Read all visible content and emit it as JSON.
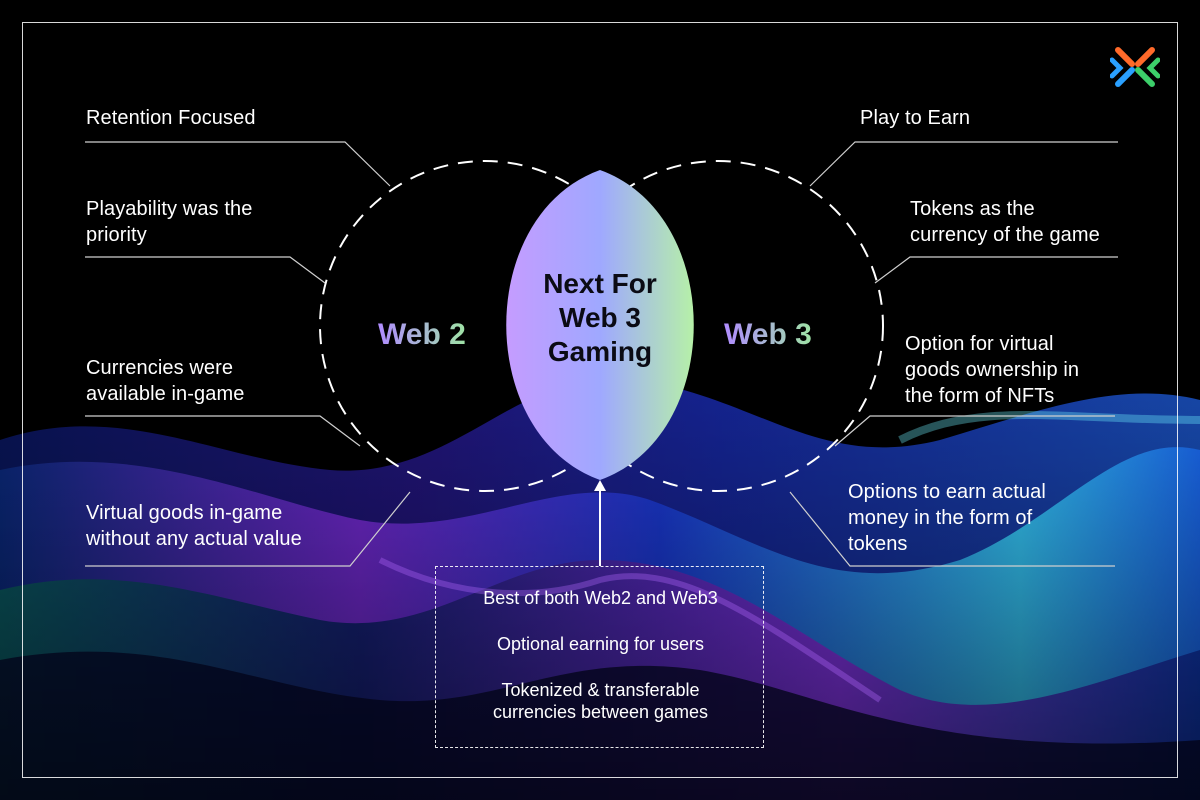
{
  "colors": {
    "background": "#000000",
    "accent_purple": "#b08cff",
    "accent_green": "#9fe3a5",
    "wave_blue": "#1a3bd8",
    "wave_cyan": "#38d8ff",
    "wave_violet": "#8a2be2"
  },
  "center": {
    "title_lines": [
      "Next For",
      "Web 3",
      "Gaming"
    ]
  },
  "web2": {
    "label": "Web 2",
    "points": [
      [
        "Retention Focused"
      ],
      [
        "Playability was the",
        "priority"
      ],
      [
        "Currencies were",
        "available in-game"
      ],
      [
        "Virtual goods in-game",
        "without any actual value"
      ]
    ]
  },
  "web3": {
    "label": "Web 3",
    "points": [
      [
        "Play to Earn"
      ],
      [
        "Tokens as the",
        "currency of the game"
      ],
      [
        "Option for virtual",
        "goods ownership in",
        "the form of NFTs"
      ],
      [
        "Options to earn actual",
        "money in the form of",
        "tokens"
      ]
    ]
  },
  "bottom_box": {
    "items": [
      [
        "Best of both Web2 and Web3"
      ],
      [
        "Optional earning for users"
      ],
      [
        "Tokenized & transferable",
        "currencies between games"
      ]
    ]
  },
  "logo": {
    "icon": "x-arrows-logo-icon"
  }
}
